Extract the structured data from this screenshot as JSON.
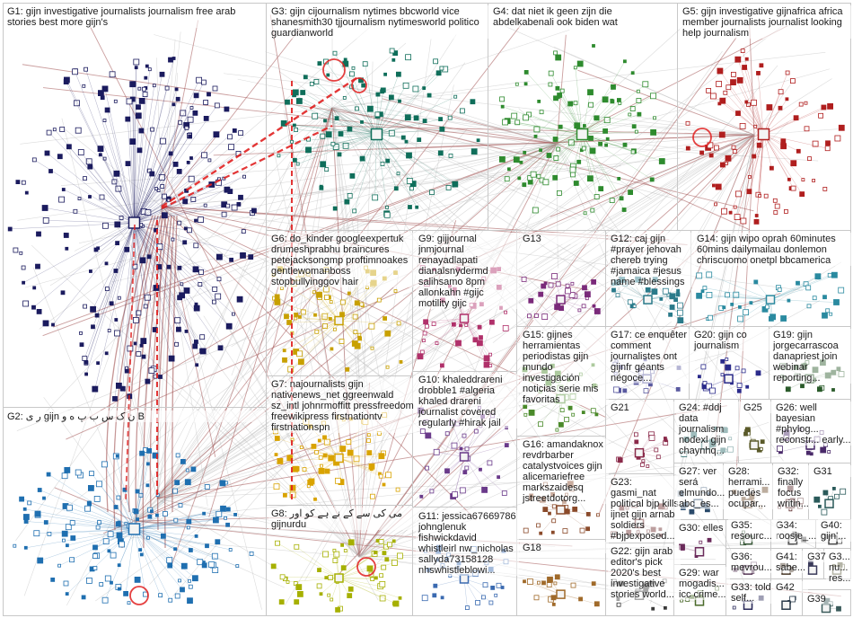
{
  "groups": [
    {
      "id": "G1",
      "label": "G1: gijn investigative journalists journalism free arab stories best more gijn's",
      "color": "#1b1b5e"
    },
    {
      "id": "G2",
      "label": "G2: ر ی gijn ن ک س ب پ ه و B",
      "color": "#1f6fb0"
    },
    {
      "id": "G3",
      "label": "G3: gijn cijournalism nytimes bbcworld vice shanesmith30 tjjournalism nytimesworld politico guardianworld",
      "color": "#0f6e5a"
    },
    {
      "id": "G4",
      "label": "G4: dat niet ik geen zijn die abdelkabenali ook biden wat",
      "color": "#2e8b2e"
    },
    {
      "id": "G5",
      "label": "G5: gijn investigative gijnafrica africa member journalists journalist looking help journalism",
      "color": "#b01e1e"
    },
    {
      "id": "G6",
      "label": "G6: do_kinder googleexpertuk drumeshprabhu braincures petejacksongmp proftimnoakes gentlewomanboss stopbullyinggov hair",
      "color": "#c8a000"
    },
    {
      "id": "G7",
      "label": "G7: najournalists gijn nativenews_net ggreenwald sz_intl johnrmoffitt pressfreedom freewikipress firstnationtv firstnationspn",
      "color": "#d9a300"
    },
    {
      "id": "G8",
      "label": "G8: می کی سے کے نے ہے کو اور gijnurdu",
      "color": "#a6b000"
    },
    {
      "id": "G9",
      "label": "G9: gijjournal jnmjournal renayadlapati dianalsnydermd salihsamo 8pm allonkahn #gijc motility gijc",
      "color": "#b0306a"
    },
    {
      "id": "G10",
      "label": "G10: khaleddrareni drobble1 #algeria khaled drareni journalist covered regularly #hirak jail",
      "color": "#6a3a8a"
    },
    {
      "id": "G11",
      "label": "G11: jessica67669786 johnglenuk fishwickdavid whistleirl nw_nicholas sallyda73158128 nhswhistleblowi...",
      "color": "#3a6ab0"
    },
    {
      "id": "G12",
      "label": "G12: caj gijn #prayer jehovah chereb trying #jamaica #jesus name #blessings",
      "color": "#2a7a8a"
    },
    {
      "id": "G13",
      "label": "G13",
      "color": "#7a2a7a"
    },
    {
      "id": "G14",
      "label": "G14: gijn wipo oprah 60minutes 60mins dailymailau donlemon chriscuomo onetpl bbcamerica",
      "color": "#2a8aa0"
    },
    {
      "id": "G15",
      "label": "G15: gijnes herramientas periodistas gijn mundo investigación noticias serie mis favoritas",
      "color": "#4a8a2a"
    },
    {
      "id": "G16",
      "label": "G16: amandaknox revdrbarber catalystvoices gijn alicemariefree markszaidesq jstreetdotorg...",
      "color": "#8a4a2a"
    },
    {
      "id": "G17",
      "label": "G17: ce enquêter comment journalistes ont gijnfr géants négoce...",
      "color": "#5a5aa0"
    },
    {
      "id": "G18",
      "label": "G18",
      "color": "#a06a2a"
    },
    {
      "id": "G19",
      "label": "G19: gijn jorgecarrascoa danapriest join webinar reporting...",
      "color": "#2a5a2a"
    },
    {
      "id": "G20",
      "label": "G20: gijn co journalism",
      "color": "#2a2a8a"
    },
    {
      "id": "G21",
      "label": "G21",
      "color": "#8a2a4a"
    },
    {
      "id": "G22",
      "label": "G22: gijn arab editor's pick 2020's best investigative stories world...",
      "color": "#3a3a3a"
    },
    {
      "id": "G23",
      "label": "G23: gasmi_nat political bjp kills ijnet gijn arnab soldiers #bjpexposed...",
      "color": "#6a2a2a"
    },
    {
      "id": "G24",
      "label": "G24: #ddj data journalism nodexl gijn chaynhq...",
      "color": "#2a6a6a"
    },
    {
      "id": "G25",
      "label": "G25",
      "color": "#5a5a2a"
    },
    {
      "id": "G26",
      "label": "G26: well bayesian #phylog... reconstr... early...",
      "color": "#4a2a6a"
    },
    {
      "id": "G27",
      "label": "G27: ver será elmundo... abc_es...",
      "color": "#2a4a6a"
    },
    {
      "id": "G28",
      "label": "G28: herrami... puedes ocupar...",
      "color": "#6a4a2a"
    },
    {
      "id": "G29",
      "label": "G29: war mogadis... icc crime...",
      "color": "#4a6a2a"
    },
    {
      "id": "G30",
      "label": "G30: elles",
      "color": "#6a2a5a"
    },
    {
      "id": "G31",
      "label": "G31",
      "color": "#2a5a5a"
    },
    {
      "id": "G32",
      "label": "G32: finally focus writin...",
      "color": "#5a2a2a"
    },
    {
      "id": "G33",
      "label": "G33: told self...",
      "color": "#2a2a5a"
    },
    {
      "id": "G34",
      "label": "G34: roosje_...",
      "color": "#5a5a5a"
    },
    {
      "id": "G35",
      "label": "G35: resourc...",
      "color": "#3a5a3a"
    },
    {
      "id": "G36",
      "label": "G36: mevrou...",
      "color": "#5a3a5a"
    },
    {
      "id": "G37",
      "label": "G37",
      "color": "#3a3a5a"
    },
    {
      "id": "G38",
      "label": "G3... nu... res...",
      "color": "#5a5a3a"
    },
    {
      "id": "G39",
      "label": "G39",
      "color": "#3a5a5a"
    },
    {
      "id": "G40",
      "label": "G40: gijn'...",
      "color": "#4a4a4a"
    },
    {
      "id": "G41",
      "label": "G41: sabe...",
      "color": "#4a3a2a"
    },
    {
      "id": "G42",
      "label": "G42",
      "color": "#2a3a4a"
    }
  ],
  "colors": {
    "edge": "#b9b9b9",
    "edge_strong": "#a05050",
    "highlight": "#e02020",
    "grid": "#c8c8c8"
  }
}
